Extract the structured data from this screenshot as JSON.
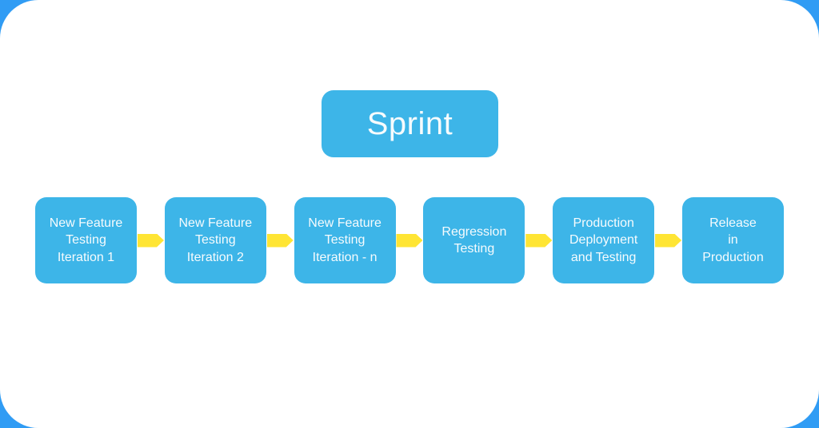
{
  "frame": {
    "background_color": "#309CF4",
    "card_color": "#FFFFFF"
  },
  "title_box": {
    "label": "Sprint",
    "color": "#3DB5E8",
    "text_color": "#F6FBFD"
  },
  "flow": {
    "box_color": "#3DB5E8",
    "arrow_color": "#FFE534",
    "text_color": "#F6FBFD",
    "arrow_direction": "right",
    "steps": [
      {
        "label": "New Feature\nTesting\nIteration 1"
      },
      {
        "label": "New Feature\nTesting\nIteration 2"
      },
      {
        "label": "New Feature\nTesting\nIteration - n"
      },
      {
        "label": "Regression\nTesting"
      },
      {
        "label": "Production\nDeployment\nand Testing"
      },
      {
        "label": "Release\nin\nProduction"
      }
    ]
  }
}
